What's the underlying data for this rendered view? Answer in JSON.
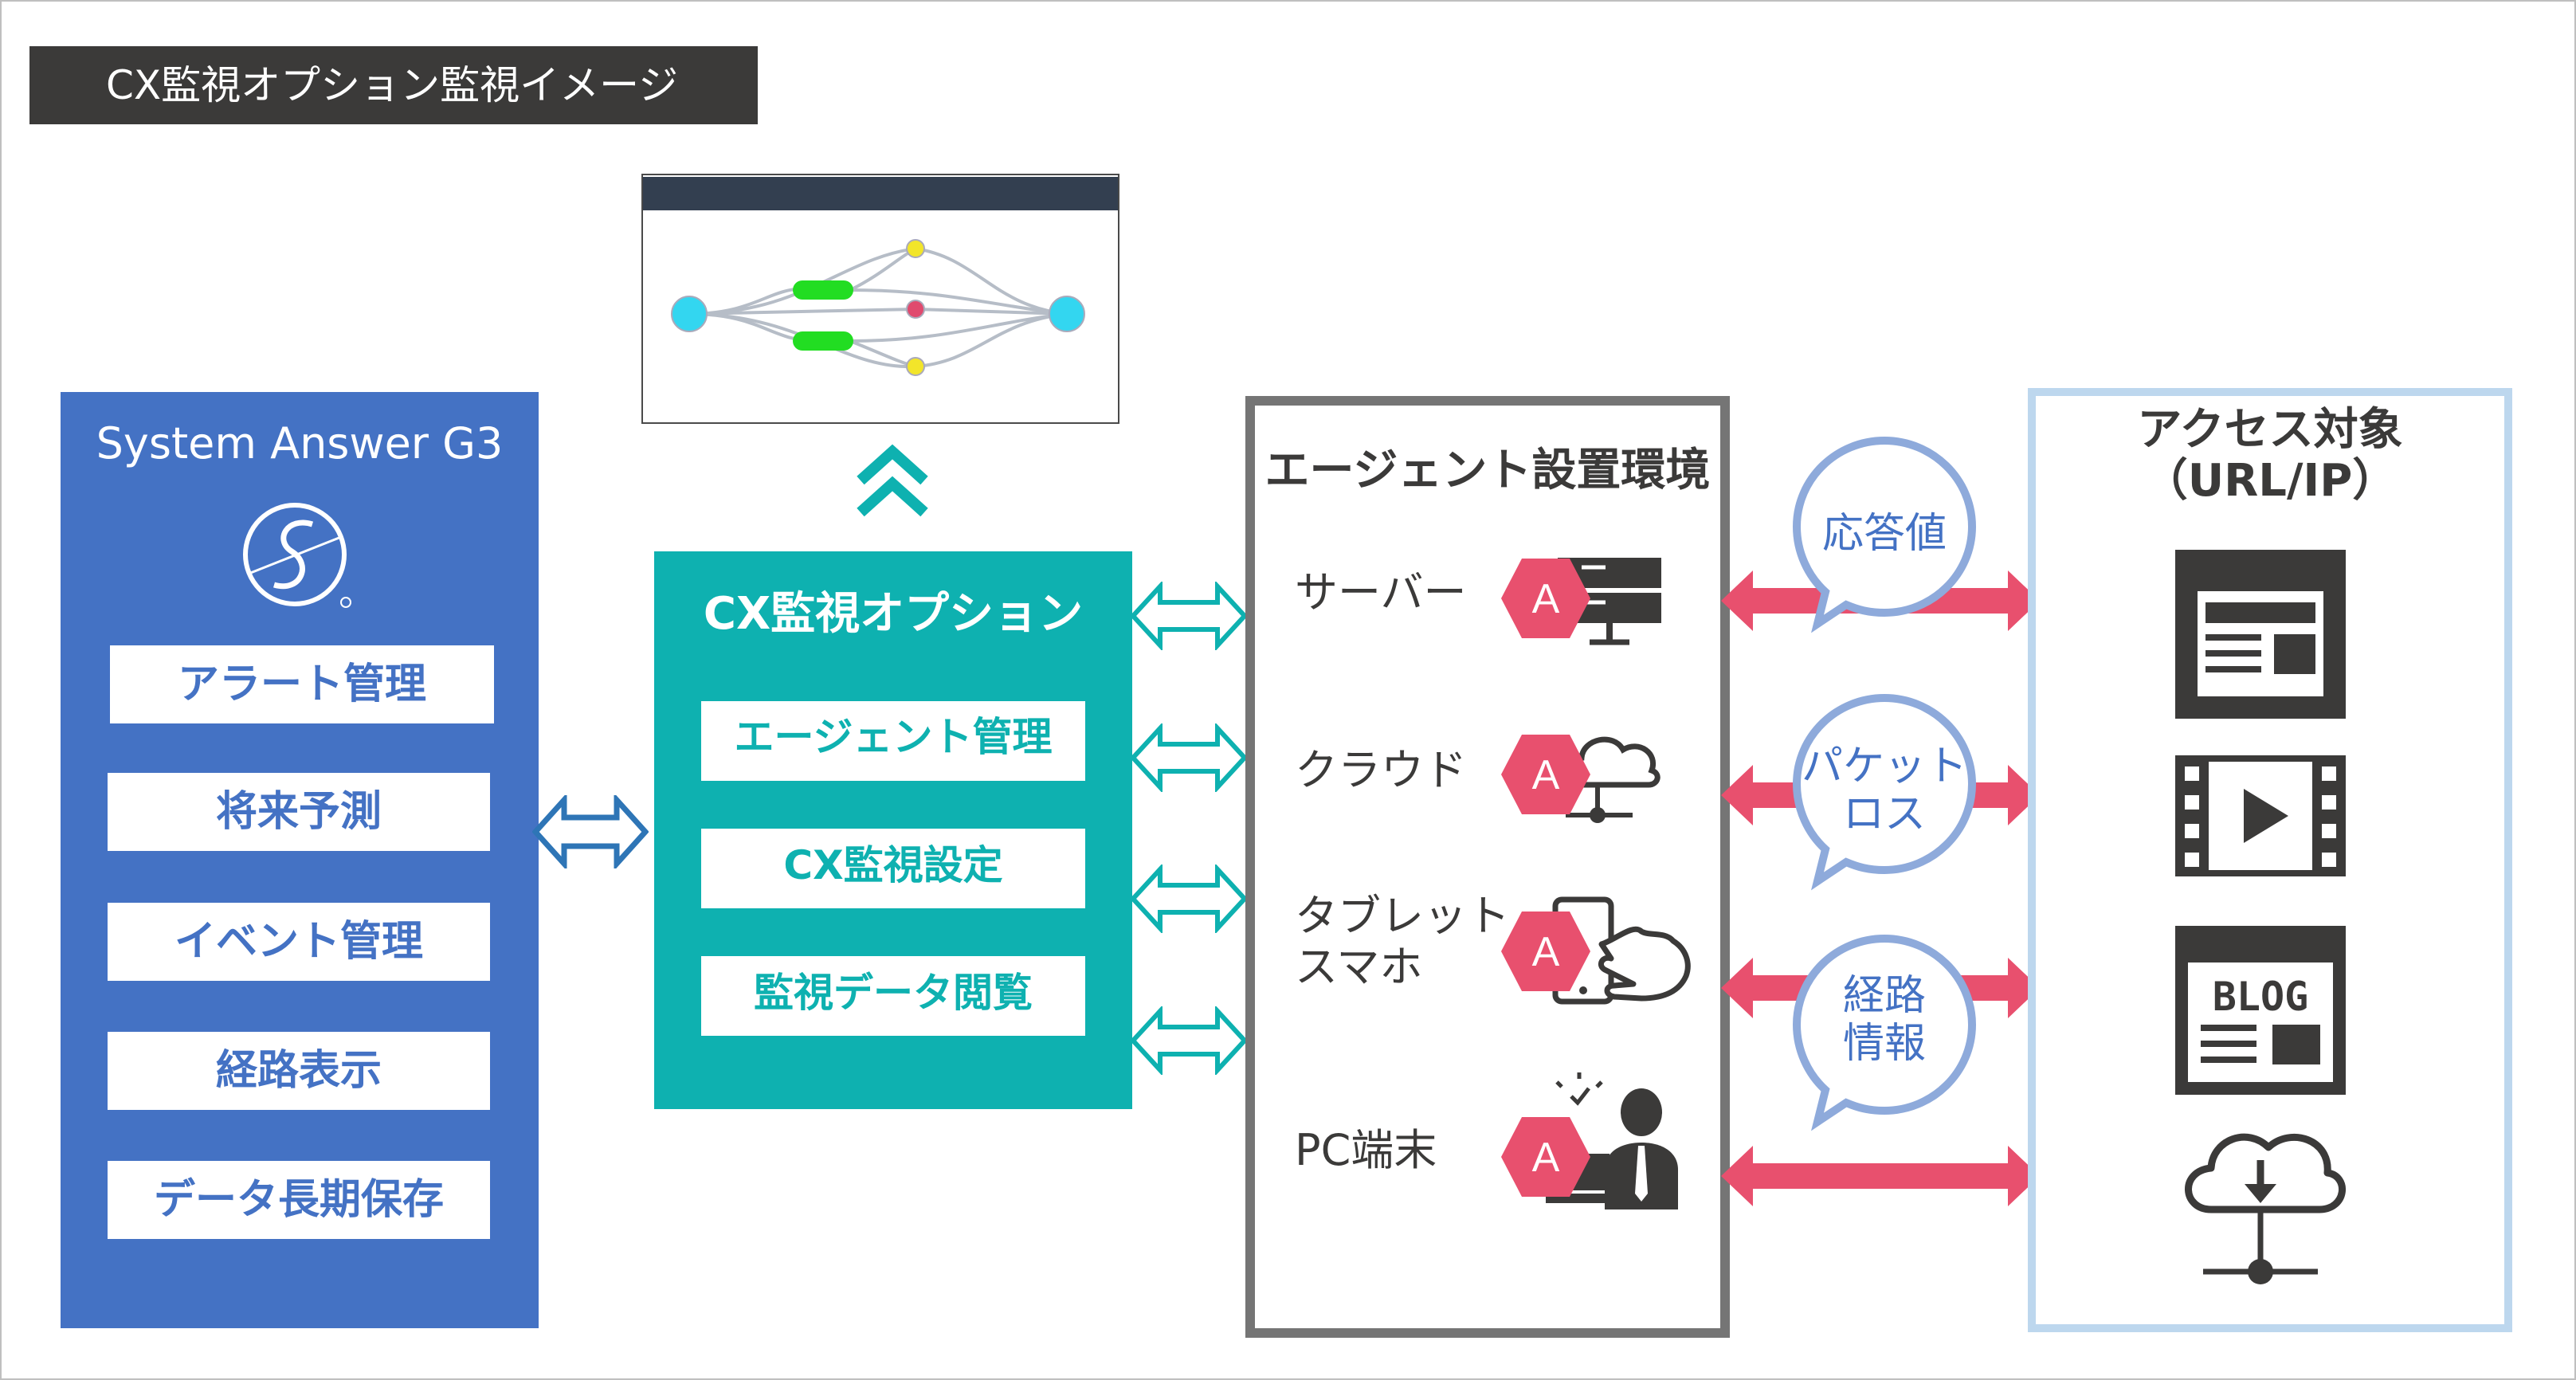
{
  "title": "CX監視オプション監視イメージ",
  "system_answer": {
    "name": "System Answer G3",
    "items": [
      "アラート管理",
      "将来予測",
      "イベント管理",
      "経路表示",
      "データ長期保存"
    ]
  },
  "cx_option": {
    "title": "CX監視オプション",
    "items": [
      "エージェント管理",
      "CX監視設定",
      "監視データ閲覧"
    ]
  },
  "agent_env": {
    "title": "エージェント設置環境",
    "agent_badge": "A",
    "devices": [
      {
        "line1": "サーバー",
        "line2": "",
        "icon": "server-icon"
      },
      {
        "line1": "クラウド",
        "line2": "",
        "icon": "cloud-network-icon"
      },
      {
        "line1": "タブレット",
        "line2": "スマホ",
        "icon": "tablet-touch-icon"
      },
      {
        "line1": "PC端末",
        "line2": "",
        "icon": "pc-user-icon"
      }
    ]
  },
  "bubbles": [
    {
      "line1": "応答値",
      "line2": ""
    },
    {
      "line1": "パケット",
      "line2": "ロス"
    },
    {
      "line1": "経路",
      "line2": "情報"
    }
  ],
  "target": {
    "title_line1": "アクセス対象",
    "title_line2": "（URL/IP）",
    "icons": [
      "webpage-icon",
      "video-icon",
      "blog-icon",
      "cloud-download-icon"
    ],
    "blog_label": "BLOG"
  },
  "colors": {
    "system_answer_blue": "#4472c4",
    "cx_teal": "#0eb1b0",
    "arrow_pink": "#e8506e",
    "bubble_border": "#8eaadb",
    "target_border": "#bdd7ee",
    "agent_border": "#757575",
    "title_bg": "#3b3a39"
  }
}
